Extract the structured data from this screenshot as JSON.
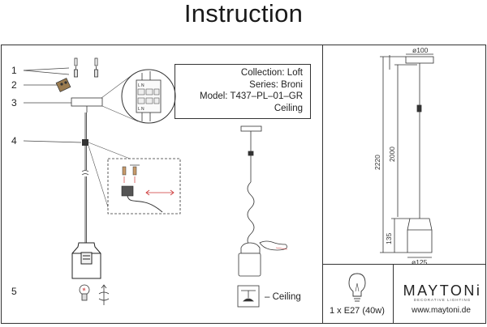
{
  "header": {
    "title": "Instruction"
  },
  "product_info": {
    "collection": "Collection: Loft",
    "series": "Series: Broni",
    "model": "Model: T437–PL–01–GR",
    "type": "Ceiling"
  },
  "step_numbers": [
    "1",
    "2",
    "3",
    "4",
    "5"
  ],
  "ceiling_legend": {
    "label": "– Ceiling"
  },
  "dimensions": {
    "top_diameter": "ø100",
    "total_height": "2220",
    "cord_length": "2000",
    "shade_height": "135",
    "shade_diameter": "ø125"
  },
  "bulb_spec": "1 x E27 (40w)",
  "brand": {
    "name": "MAYTONi",
    "tagline": "DECORATIVE LIGHTING",
    "url": "www.maytoni.de"
  }
}
